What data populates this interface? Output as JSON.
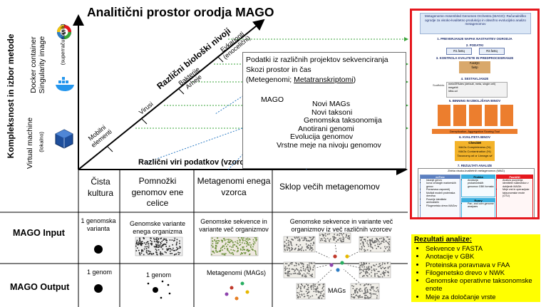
{
  "title": "Analitični prostor orodja MAGO",
  "axes": {
    "vertical_label": "Kompleksnost in izbor metode",
    "diagonal_label": "Različni biološki nivoji",
    "horizontal_label": "Različni viri podatkov (vzorci)"
  },
  "levels": {
    "mobile": "Mobilni elementi",
    "virus": "Virusi",
    "bact": "Bakterije Arheje",
    "euk": "Evkarionti (enocelični)"
  },
  "platforms": {
    "docker": "Docker container Singularity image",
    "docker_sub": "(superračunalnik)",
    "vm": "Virtual machine",
    "vm_sub": "(lokalno)"
  },
  "info": {
    "line1": "Podatki iz različnih projektov sekvenciranja",
    "line2": "Skozi prostor in čas",
    "line3_a": "(Metegenomi; ",
    "line3_b": "Metatranskriptomi",
    "mago": "MAGO",
    "items": [
      "Novi MAGs",
      "Novi taksoni",
      "Genomska taksonomija",
      "Anotirani genomi",
      "Evolucija genomov",
      "Vrstne meje na nivoju genomov"
    ]
  },
  "columns": [
    "Čista kultura",
    "Pomnožki genomov ene celice",
    "Metagenomi enega vzorca",
    "Sklop večih metagenomov"
  ],
  "rows": {
    "input": "MAGO Input",
    "output": "MAGO Output"
  },
  "input_cells": {
    "c1": "1 genomska varianta",
    "c2": "Genomske variante enega organizma",
    "c3": "Genomske sekvence in variante več organizmov",
    "c4": "Genomske sekvence in variante več organizmov iz več različnih vzorcev"
  },
  "output_cells": {
    "c1": "1 genom",
    "c2": "1 genom",
    "c3": "Metagenomi (MAGs)",
    "c4": "MAGs"
  },
  "pipeline": {
    "header": "Metagenome-Assembled Genomes Orchestra (MAGO): Računalniško ogrodje za visoko-kvalitetno produkcijo in obsežno evolucijsko analizo metagenomov",
    "step1": "1. PREVERJANJE NAPAK NASTAVITEV OGRODJA",
    "step2": "2. PODATKI",
    "r1": "R1.fastq",
    "r2": "R2.fastq",
    "step3": "3. KONTROLA KVALITETE IN PREDPROCESIRANJE",
    "fastqc": "FastQC",
    "fastp": "fastp",
    "step4": "4. SESTAVLJANJE",
    "asm1": "metaSPAdes (default, meta, single cell)",
    "asm2": "megahit",
    "asm3": "idba-ud",
    "scaffolds": "Scaffolds",
    "step5": "5. BINNING IN IZBOLJŠAVA BINOV",
    "dereplication": "Dereplication, Aggregation Scoring Tool",
    "step6": "6. KVALITETA BINOV",
    "checkm": "CheckM",
    "checkm1": "MAGs Completeness (%)",
    "checkm2": "MAGs Contamination (%)",
    "checkm3": "Taxonomy-wf or Lineage-wf",
    "step7": "7. REZULTATI ANALIZE",
    "step7_sub": "Zbirka visoko-kvalitetnih metagenomov (MAG)",
    "box_a_title": "ezTree",
    "box_a": [
      "Iskanje genov",
      "Izvoz ortologih markerskih genov",
      "Poravnava zaporedij",
      "Multipli modeli proteinska drevesa",
      "Povečje identitete aminokislin",
      "Filogenetsko drevo MAGov"
    ],
    "box_b_title": "Prokka",
    "box_b": [
      "Anotacija prokariontskih genomov GBK formata"
    ],
    "box_b2_title": "Roary",
    "box_b2": [
      "Pan- and core-genome analyses"
    ],
    "box_c_title": "FastANI",
    "box_c": [
      "Analiza povprečja identitete nukleotidov v dobljenih MAGih",
      "Meje vrst in operacijske taksonomske enote (OTU)"
    ]
  },
  "results": {
    "title": "Rezultati analize:",
    "items": [
      "Sekvence v FASTA",
      "Anotacije v GBK",
      "Proteinska poravnava v FAA",
      "Filogenetsko drevo v NWK",
      "Genomske operativne taksonomske enote",
      "Meje za določanje vrste"
    ]
  },
  "colors": {
    "red_border": "#e5181e",
    "orange": "#ec7e2e",
    "yellow": "#ffff00",
    "blue_arrow": "#2e7cc4",
    "green_dots": "#3aa43a"
  }
}
